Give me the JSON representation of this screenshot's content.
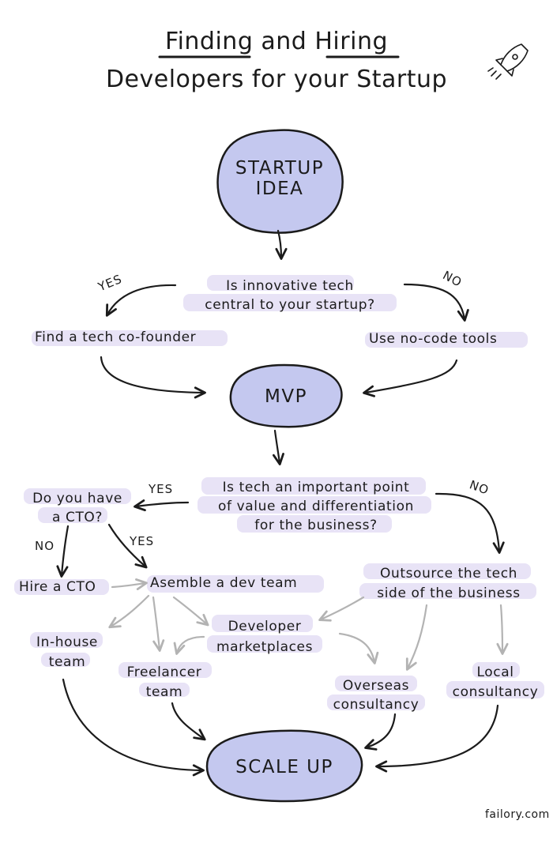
{
  "title": {
    "word1": "Finding",
    "word2": " and ",
    "word3": "Hiring",
    "line2": "Developers for your Startup"
  },
  "icons": {
    "rocket": "rocket-icon"
  },
  "colors": {
    "node_fill": "#c4c8ef",
    "highlight": "#e8e3f6",
    "ink": "#1b1b1b",
    "gray_arrow": "#b3b3b3"
  },
  "nodes": {
    "startup_idea": [
      "STARTUP",
      "IDEA"
    ],
    "mvp": "MVP",
    "scale_up": "SCALE UP"
  },
  "questions": {
    "q1": [
      "Is innovative tech",
      "central to your startup?"
    ],
    "q2": [
      "Is tech an important point",
      "of value and differentiation",
      "for the business?"
    ],
    "q3": [
      "Do you have",
      "a CTO?"
    ]
  },
  "branches": {
    "yes": "YES",
    "no": "NO"
  },
  "options": {
    "cofounder": "Find a tech co-founder",
    "nocode": "Use no-code tools",
    "hire_cto": "Hire a CTO",
    "assemble": "Asemble a dev team",
    "outsource": [
      "Outsource the tech",
      "side of the business"
    ],
    "inhouse": [
      "In-house",
      "team"
    ],
    "freelancer": [
      "Freelancer",
      "team"
    ],
    "marketplaces": [
      "Developer",
      "marketplaces"
    ],
    "overseas": [
      "Overseas",
      "consultancy"
    ],
    "local": [
      "Local",
      "consultancy"
    ]
  },
  "footer": "failory.com"
}
